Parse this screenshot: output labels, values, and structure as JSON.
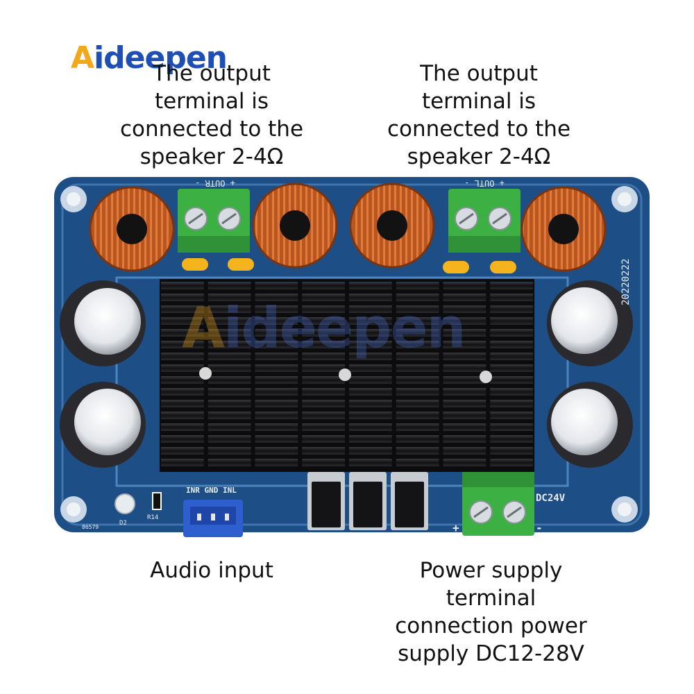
{
  "brand": {
    "logo_initial": "A",
    "logo_rest": "ideepen",
    "accent_color": "#f2a81a",
    "brand_color": "#1e4fb5"
  },
  "captions": {
    "output_left": "The output\nterminal is\nconnected to the\nspeaker 2-4Ω",
    "output_right": "The output\nterminal is\nconnected to the\nspeaker 2-4Ω",
    "audio_input": "Audio input",
    "power_supply": "Power supply\nterminal\nconnection power\nsupply DC12-28V"
  },
  "board": {
    "pcb_color": "#1d4f86",
    "silk": {
      "outr": "+ OUTR -",
      "outl": "+ OUTL -",
      "date": "20220222",
      "input_labels": "INR GND INL",
      "dc": "DC24V",
      "plus": "+",
      "minus": "-",
      "d2": "D2",
      "r14": "R14",
      "code": "86579"
    }
  }
}
